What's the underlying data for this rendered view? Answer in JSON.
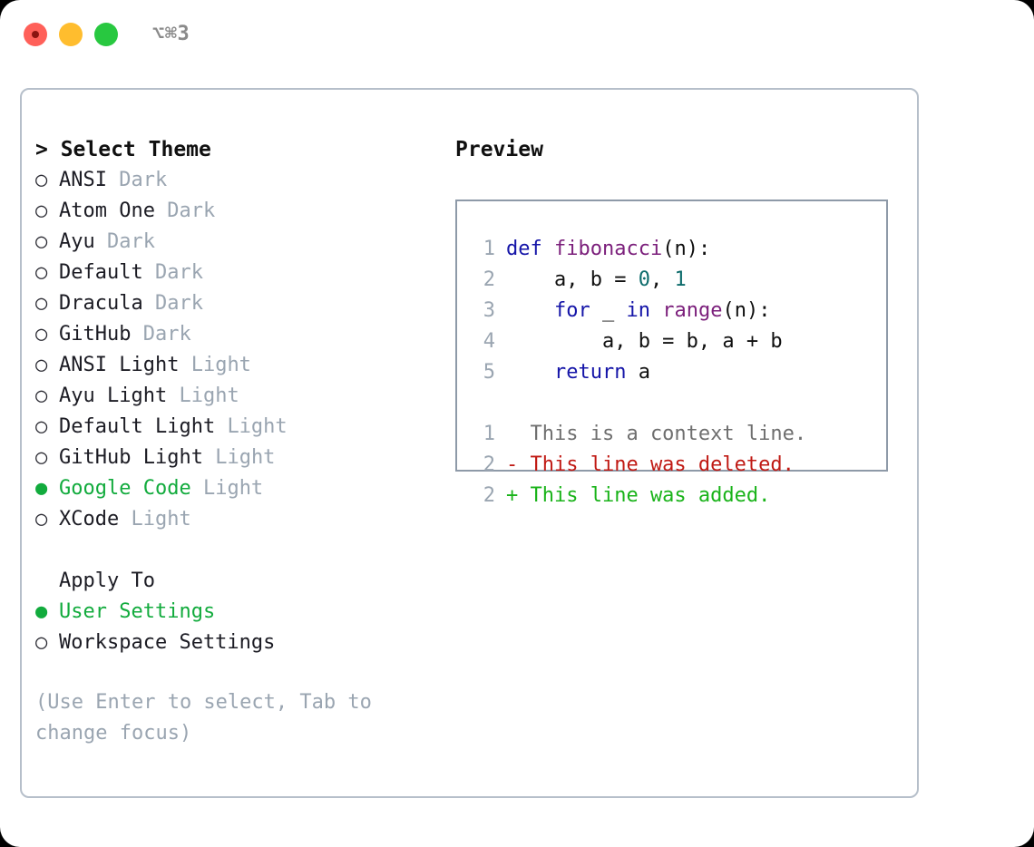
{
  "titlebar": {
    "shortcut": "⌥⌘3",
    "buttons": [
      {
        "name": "close",
        "color": "#ff6059"
      },
      {
        "name": "minimize",
        "color": "#ffbd2e"
      },
      {
        "name": "maximize",
        "color": "#28c840"
      }
    ]
  },
  "theme_picker": {
    "header": "> Select Theme",
    "selected_bullet": "●",
    "unselected_bullet": "○",
    "items": [
      {
        "bullet": "○",
        "name": "ANSI",
        "kind": "Dark",
        "selected": false
      },
      {
        "bullet": "○",
        "name": "Atom One",
        "kind": "Dark",
        "selected": false
      },
      {
        "bullet": "○",
        "name": "Ayu",
        "kind": "Dark",
        "selected": false
      },
      {
        "bullet": "○",
        "name": "Default",
        "kind": "Dark",
        "selected": false
      },
      {
        "bullet": "○",
        "name": "Dracula",
        "kind": "Dark",
        "selected": false
      },
      {
        "bullet": "○",
        "name": "GitHub",
        "kind": "Dark",
        "selected": false
      },
      {
        "bullet": "○",
        "name": "ANSI Light",
        "kind": "Light",
        "selected": false
      },
      {
        "bullet": "○",
        "name": "Ayu Light",
        "kind": "Light",
        "selected": false
      },
      {
        "bullet": "○",
        "name": "Default Light",
        "kind": "Light",
        "selected": false
      },
      {
        "bullet": "○",
        "name": "GitHub Light",
        "kind": "Light",
        "selected": false
      },
      {
        "bullet": "●",
        "name": "Google Code",
        "kind": "Light",
        "selected": true
      },
      {
        "bullet": "○",
        "name": "XCode",
        "kind": "Light",
        "selected": false
      }
    ]
  },
  "apply_to": {
    "header": "Apply To",
    "options": [
      {
        "bullet": "●",
        "label": "User Settings",
        "selected": true
      },
      {
        "bullet": "○",
        "label": "Workspace Settings",
        "selected": false
      }
    ]
  },
  "hint": "(Use Enter to select, Tab to change focus)",
  "preview": {
    "title": "Preview",
    "code_lines": [
      {
        "number": "1",
        "tokens": [
          {
            "text": "def ",
            "style": "kw"
          },
          {
            "text": "fibonacci",
            "style": "fn"
          },
          {
            "text": "(n):",
            "style": "plain"
          }
        ]
      },
      {
        "number": "2",
        "tokens": [
          {
            "text": "    a, b = ",
            "style": "plain"
          },
          {
            "text": "0",
            "style": "num"
          },
          {
            "text": ", ",
            "style": "plain"
          },
          {
            "text": "1",
            "style": "num"
          }
        ]
      },
      {
        "number": "3",
        "tokens": [
          {
            "text": "    ",
            "style": "plain"
          },
          {
            "text": "for",
            "style": "kw"
          },
          {
            "text": " _ ",
            "style": "plain"
          },
          {
            "text": "in",
            "style": "kw"
          },
          {
            "text": " ",
            "style": "plain"
          },
          {
            "text": "range",
            "style": "fn"
          },
          {
            "text": "(n):",
            "style": "plain"
          }
        ]
      },
      {
        "number": "4",
        "tokens": [
          {
            "text": "        a, b = b, a + b",
            "style": "plain"
          }
        ]
      },
      {
        "number": "5",
        "tokens": [
          {
            "text": "    ",
            "style": "plain"
          },
          {
            "text": "return",
            "style": "kw"
          },
          {
            "text": " a",
            "style": "plain"
          }
        ]
      }
    ],
    "diff_lines": [
      {
        "number": "1",
        "marker": " ",
        "text": "  This is a context line.",
        "style": "diff-ctx"
      },
      {
        "number": "2",
        "marker": "-",
        "text": "- This line was deleted.",
        "style": "diff-del"
      },
      {
        "number": "2",
        "marker": "+",
        "text": "+ This line was added.",
        "style": "diff-add"
      }
    ]
  },
  "colors": {
    "accent_green": "#12ab3d",
    "muted": "#9aa5b1",
    "keyword": "#1515a8",
    "function": "#7b1f7b",
    "number": "#0c6b6b",
    "diff_added": "#19b319",
    "diff_deleted": "#c01a14",
    "border": "#b6bfca",
    "panel_border": "#8e9aa8"
  }
}
